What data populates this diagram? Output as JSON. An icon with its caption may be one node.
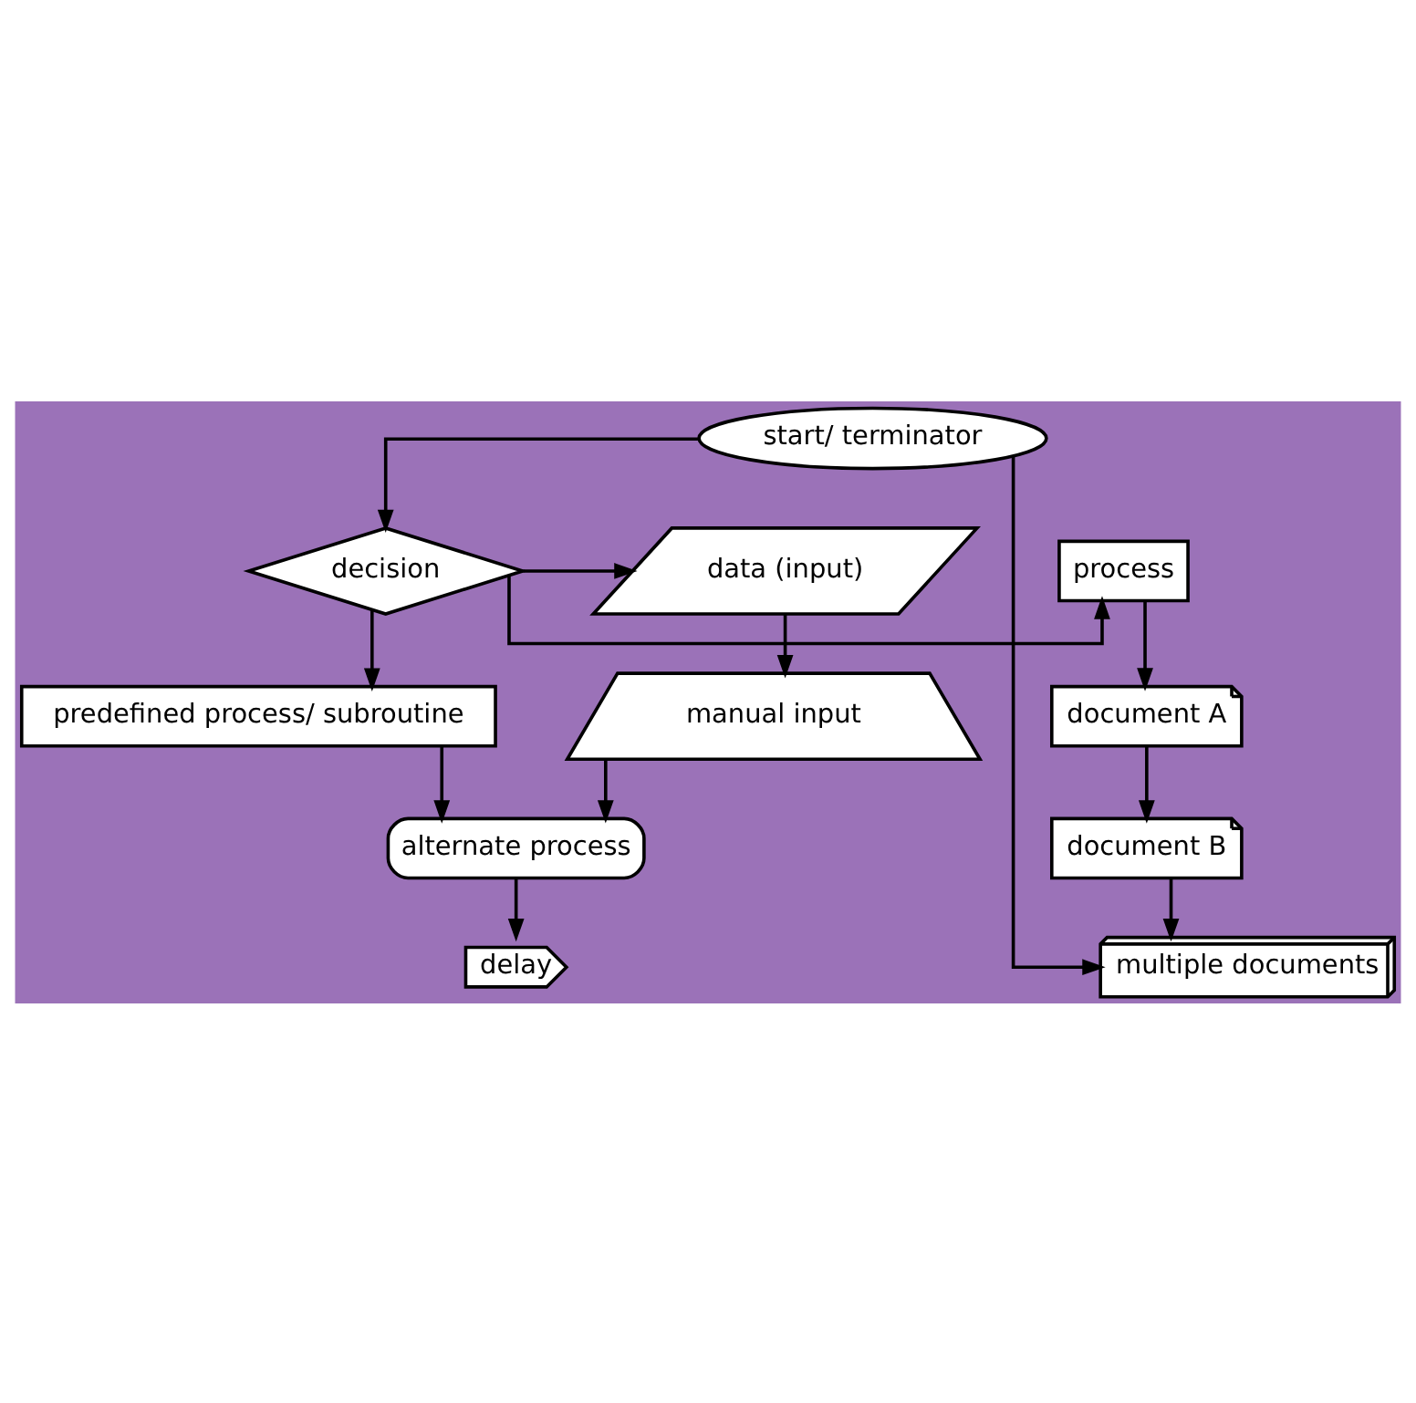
{
  "diagram": {
    "nodes": [
      {
        "text": [
          "start/ terminator"
        ]
      },
      {
        "text": [
          "decision"
        ]
      },
      {
        "text": [
          "process"
        ]
      },
      {
        "text": [
          "data (input)"
        ]
      },
      {
        "text": [
          "document A"
        ]
      },
      {
        "text": [
          "predefined process/ subroutine"
        ]
      },
      {
        "text": [
          "manual input"
        ]
      },
      {
        "text": [
          "document B"
        ]
      },
      {
        "text": [
          "alternate process"
        ]
      },
      {
        "text": [
          "multiple documents"
        ]
      },
      {
        "text": [
          "delay"
        ]
      }
    ],
    "edges": [
      {
        "from": 0,
        "to": 1,
        "arrow": "to"
      },
      {
        "from": 0,
        "to": 9,
        "arrow": "to"
      },
      {
        "from": 1,
        "to": 2,
        "arrow": "to"
      },
      {
        "from": 1,
        "to": 3,
        "arrow": "to"
      },
      {
        "from": 1,
        "to": 5,
        "arrow": "to"
      },
      {
        "from": 2,
        "to": 4,
        "arrow": "to"
      },
      {
        "from": 3,
        "to": 6,
        "arrow": "to"
      },
      {
        "from": 4,
        "to": 7,
        "arrow": "to"
      },
      {
        "from": 7,
        "to": 9,
        "arrow": "to"
      },
      {
        "from": 5,
        "to": 8,
        "arrow": "to"
      },
      {
        "from": 6,
        "to": 8,
        "arrow": "to"
      },
      {
        "from": 8,
        "to": 10,
        "arrow": "to"
      }
    ]
  }
}
